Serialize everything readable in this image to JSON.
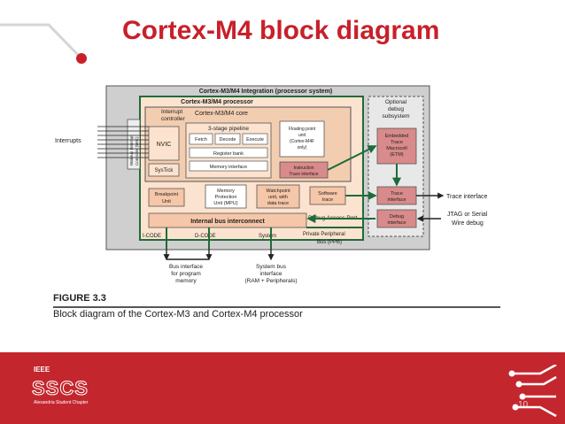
{
  "slide": {
    "title": "Cortex-M4 block diagram",
    "page_number": "10"
  },
  "diagram": {
    "outer_system": "Cortex-M3/M4 Integration (processor system)",
    "processor": "Cortex-M3/M4 processor",
    "core": "Cortex-M3/M4 core",
    "interrupt_controller": "Interrupt controller",
    "wic_line1": "Wakeup Interrupt",
    "wic_line2": "Controller (WIC)",
    "nvic": "NVIC",
    "systick": "SysTick",
    "pipeline": "3-stage pipeline",
    "fetch": "Fetch",
    "decode": "Decode",
    "execute": "Execute",
    "register_bank": "Register bank",
    "memory_interface": "Memory interface",
    "fpu_line1": "Floating point",
    "fpu_line2": "unit",
    "fpu_line3": "(Cortex-M4F",
    "fpu_line4": "only)",
    "instr_trace_line1": "Instruction",
    "instr_trace_line2": "Trace interface",
    "optional_debug_line1": "Optional",
    "optional_debug_line2": "debug",
    "optional_debug_line3": "subsystem",
    "etm_line1": "Embedded",
    "etm_line2": "Trace",
    "etm_line3": "Macrocell",
    "etm_line4": "(ETM)",
    "breakpoint_line1": "Breakpoint",
    "breakpoint_line2": "Unit",
    "mpu_line1": "Memory",
    "mpu_line2": "Protection",
    "mpu_line3": "Unit (MPU)",
    "watchpoint_line1": "Watchpoint",
    "watchpoint_line2": "unit, with",
    "watchpoint_line3": "data trace",
    "software_trace_line1": "Software",
    "software_trace_line2": "trace",
    "trace_if_line1": "Trace",
    "trace_if_line2": "interface",
    "debug_if_line1": "Debug",
    "debug_if_line2": "interface",
    "internal_bus": "Internal bus interconnect",
    "debug_access_port": "Debug Access Port",
    "icode": "I-CODE",
    "dcode": "D-CODE",
    "system": "System",
    "private_peripheral": "Private Peripheral",
    "bus_ppb": "Bus (PPB)",
    "interrupts": "Interrupts",
    "trace_interface_out": "Trace interface",
    "jtag_line1": "JTAG or Serial",
    "jtag_line2": "Wire debug",
    "bus_prog_line1": "Bus interface",
    "bus_prog_line2": "for program",
    "bus_prog_line3": "memory",
    "sys_bus_line1": "System bus",
    "sys_bus_line2": "interface",
    "sys_bus_line3": "(RAM + Peripherals)"
  },
  "figure": {
    "label": "FIGURE 3.3",
    "caption": "Block diagram of the Cortex-M3 and Cortex-M4 processor"
  },
  "footer": {
    "ieee": "IEEE",
    "sscs": "SSCS",
    "chapter": "Alexandria Student Chapter"
  },
  "colors": {
    "title": "#c8202a",
    "footer": "#c4262e",
    "processor_fill": "#fbe3cf",
    "block_fill": "#f6c6a8",
    "dark_block": "#d98a8a",
    "grey_bg": "#cfcfcf",
    "green_border": "#1f6b3a"
  }
}
